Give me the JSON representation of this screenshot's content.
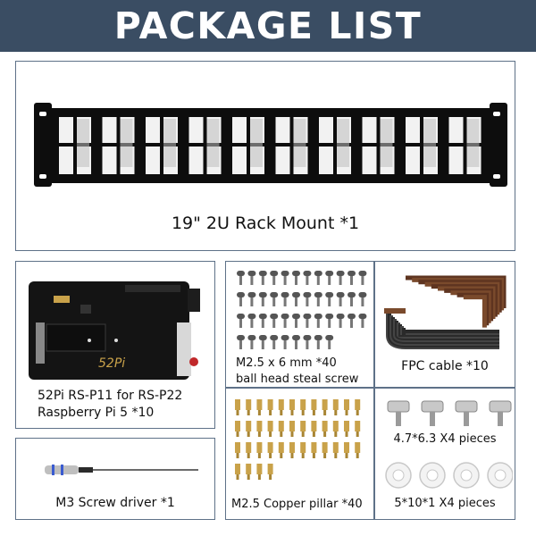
{
  "header": {
    "title": "PACKAGE LIST"
  },
  "items": {
    "rack": {
      "label": "19\" 2U Rack Mount  *1"
    },
    "board": {
      "label_line1": "52Pi RS-P11 for RS-P22",
      "label_line2": "Raspberry Pi 5 *10",
      "silkscreen_brand": "52Pi"
    },
    "screws": {
      "label_line1": "M2.5 x 6 mm  *40",
      "label_line2": "ball head steal screw"
    },
    "fpc": {
      "label": "FPC cable *10"
    },
    "screwdriver": {
      "label": "M3 Screw driver *1"
    },
    "pillars": {
      "label": "M2.5 Copper pillar *40"
    },
    "thumb_screws": {
      "label": "4.7*6.3 X4 pieces"
    },
    "washers": {
      "label": "5*10*1 X4 pieces"
    }
  },
  "colors": {
    "banner": "#3a4d63",
    "border": "#5e7188",
    "rack": "#0d0d0d",
    "pcb": "#141414",
    "brass": "#c9a24a",
    "fpc": "#6a3a22"
  }
}
